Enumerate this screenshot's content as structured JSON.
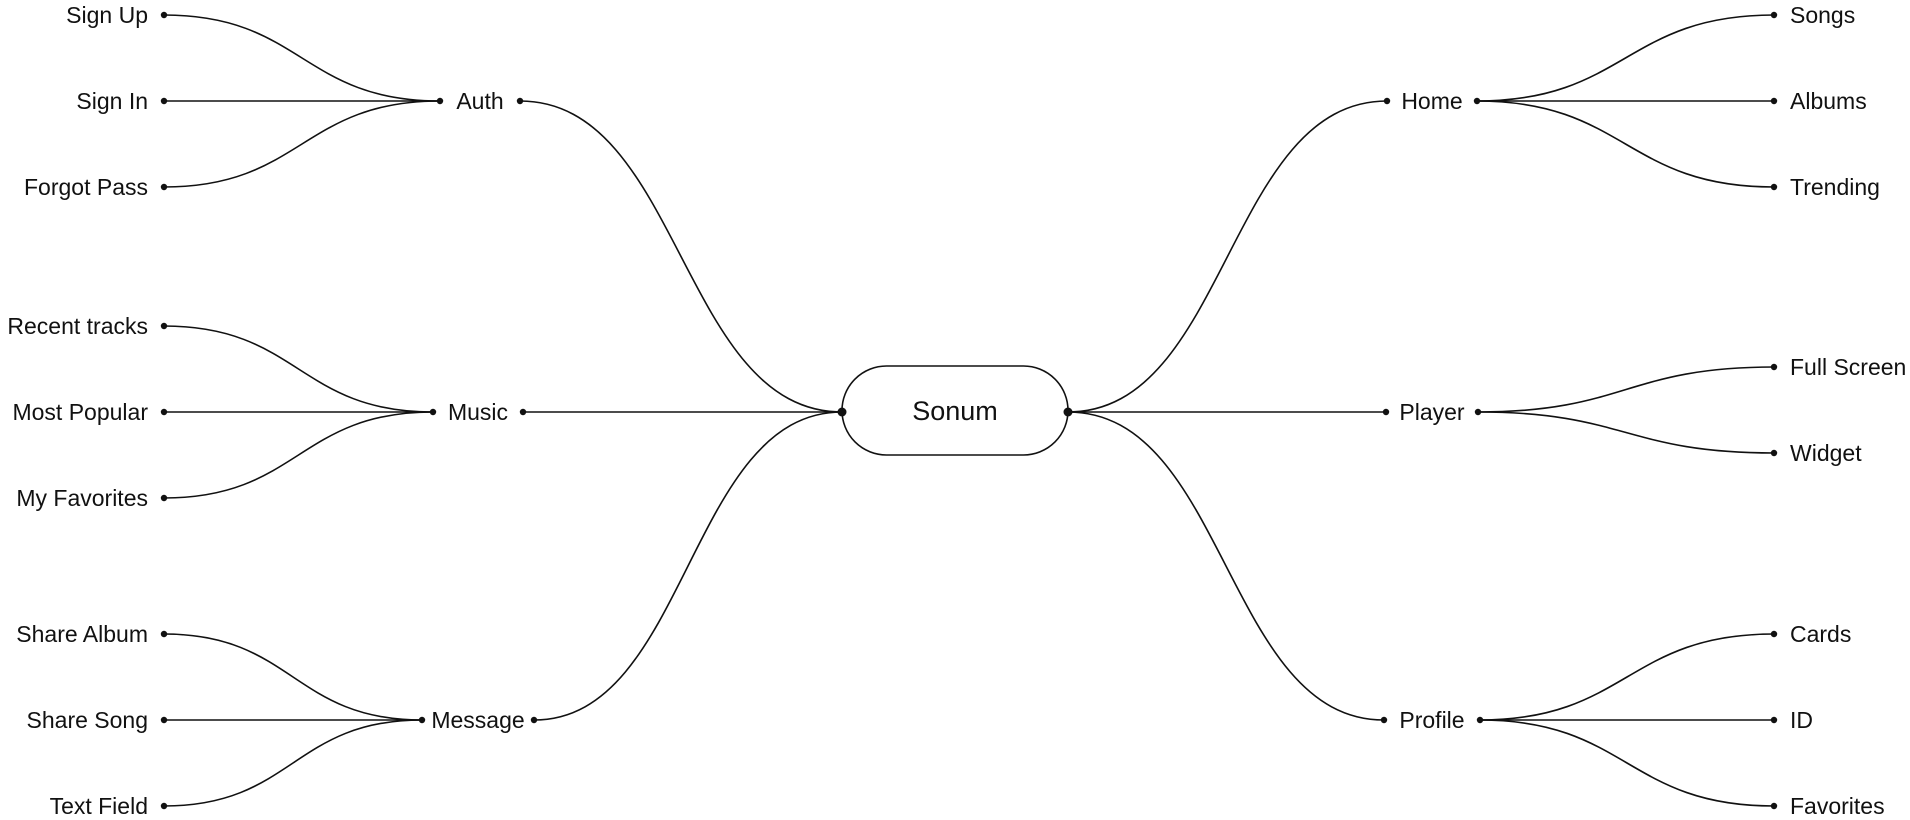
{
  "center": {
    "label": "Sonum"
  },
  "left_branches": [
    {
      "label": "Auth",
      "children": [
        "Sign Up",
        "Sign In",
        "Forgot Pass"
      ]
    },
    {
      "label": "Music",
      "children": [
        "Recent tracks",
        "Most Popular",
        "My Favorites"
      ]
    },
    {
      "label": "Message",
      "children": [
        "Share Album",
        "Share Song",
        "Text Field"
      ]
    }
  ],
  "right_branches": [
    {
      "label": "Home",
      "children": [
        "Songs",
        "Albums",
        "Trending"
      ]
    },
    {
      "label": "Player",
      "children": [
        "Full Screen",
        "Widget"
      ]
    },
    {
      "label": "Profile",
      "children": [
        "Cards",
        "ID",
        "Favorites"
      ]
    }
  ],
  "colors": {
    "line": "#111111",
    "text": "#111111",
    "background": "#ffffff"
  }
}
